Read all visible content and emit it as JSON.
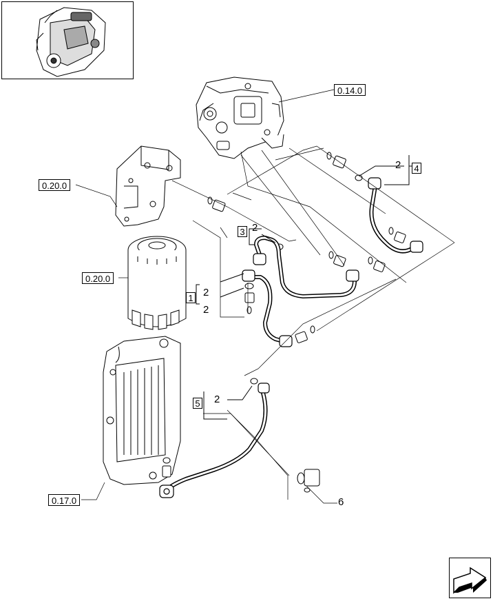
{
  "thumbnail": {
    "icon": "engine-thumbnail-icon"
  },
  "references": {
    "pump": "0.14.0",
    "bracket": "0.20.0",
    "filter": "0.20.0",
    "cooler": "0.17.0"
  },
  "kits": {
    "k1": "1",
    "k3": "3",
    "k4": "4",
    "k5": "5"
  },
  "items": {
    "seal_kit1_a": "2",
    "seal_kit1_b": "2",
    "seal_kit3": "2",
    "seal_kit4": "2",
    "seal_kit5": "2",
    "plug": "6"
  },
  "navigation": {
    "icon": "next-page-arrow-icon"
  }
}
